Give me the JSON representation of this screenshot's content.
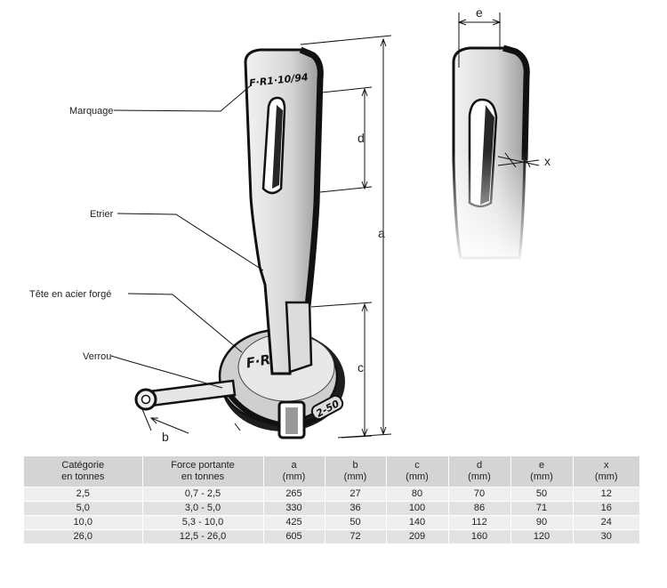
{
  "labels": {
    "marquage": "Marquage",
    "etrier": "Etrier",
    "tete": "Tête en acier forgé",
    "verrou": "Verrou"
  },
  "dimensions": {
    "a": "a",
    "b": "b",
    "c": "c",
    "d": "d",
    "e": "e",
    "x": "x"
  },
  "engravings": {
    "shackle": "F·R1·10/94",
    "head": "F·R·DA",
    "size": "2-50"
  },
  "table": {
    "headers": [
      [
        "Catégorie",
        "en tonnes"
      ],
      [
        "Force portante",
        "en tonnes"
      ],
      [
        "a",
        "(mm)"
      ],
      [
        "b",
        "(mm)"
      ],
      [
        "c",
        "(mm)"
      ],
      [
        "d",
        "(mm)"
      ],
      [
        "e",
        "(mm)"
      ],
      [
        "x",
        "(mm)"
      ]
    ],
    "rows": [
      [
        "2,5",
        "0,7 - 2,5",
        "265",
        "27",
        "80",
        "70",
        "50",
        "12"
      ],
      [
        "5,0",
        "3,0 - 5,0",
        "330",
        "36",
        "100",
        "86",
        "71",
        "16"
      ],
      [
        "10,0",
        "5,3 - 10,0",
        "425",
        "50",
        "140",
        "112",
        "90",
        "24"
      ],
      [
        "26,0",
        "12,5 - 26,0",
        "605",
        "72",
        "209",
        "160",
        "120",
        "30"
      ]
    ]
  },
  "colors": {
    "table_header": "#d4d4d4",
    "row_light": "#efefef",
    "row_dark": "#e2e2e2"
  }
}
